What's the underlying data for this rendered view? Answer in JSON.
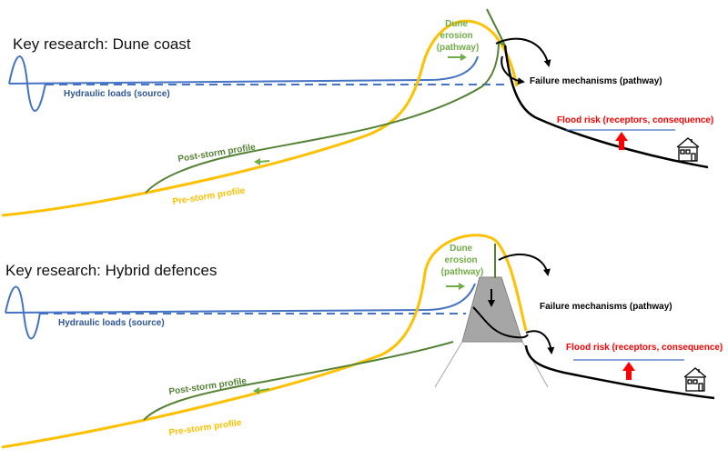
{
  "panel1": {
    "title": "Key research: Dune coast",
    "hydraulic_label": "Hydraulic loads (source)",
    "dune_erosion_lines": [
      "Dune",
      "erosion",
      "(pathway)"
    ],
    "failure_label": "Failure mechanisms (pathway)",
    "flood_label": "Flood risk (receptors, consequence)",
    "post_storm_label": "Post-storm profile",
    "pre_storm_label": "Pre-storm profile"
  },
  "panel2": {
    "title": "Key research: Hybrid defences",
    "hydraulic_label": "Hydraulic loads (source)",
    "dune_erosion_lines": [
      "Dune",
      "erosion",
      "(pathway)"
    ],
    "failure_label": "Failure mechanisms (pathway)",
    "flood_label": "Flood risk (receptors, consequence)",
    "post_storm_label": "Post-storm profile",
    "pre_storm_label": "Pre-storm profile"
  },
  "colors": {
    "water": "#4472C4",
    "post_storm": "#548235",
    "pre_storm": "#FFC000",
    "flood": "#FF0000",
    "text": "#000000",
    "structure": "#A6A6A6"
  },
  "icons": [
    "sine-wave-icon",
    "house-icon",
    "up-arrow-icon",
    "right-arrow-icon",
    "left-arrow-icon"
  ]
}
